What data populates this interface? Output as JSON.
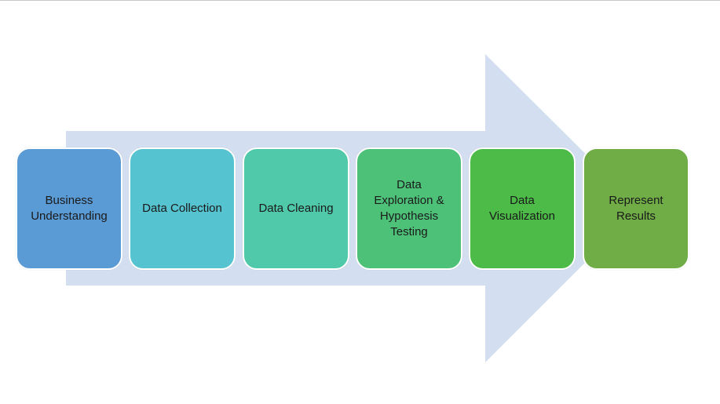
{
  "diagram": {
    "colors": {
      "arrow": "#d3dff0"
    },
    "steps": [
      {
        "label": "Business\nUnderstanding",
        "color": "#5b9bd5"
      },
      {
        "label": "Data Collection",
        "color": "#56c3d0"
      },
      {
        "label": "Data Cleaning",
        "color": "#50c8aa"
      },
      {
        "label": "Data\nExploration &\nHypothesis\nTesting",
        "color": "#4ec179"
      },
      {
        "label": "Data\nVisualization",
        "color": "#4cbb47"
      },
      {
        "label": "Represent\nResults",
        "color": "#70ad47"
      }
    ]
  }
}
